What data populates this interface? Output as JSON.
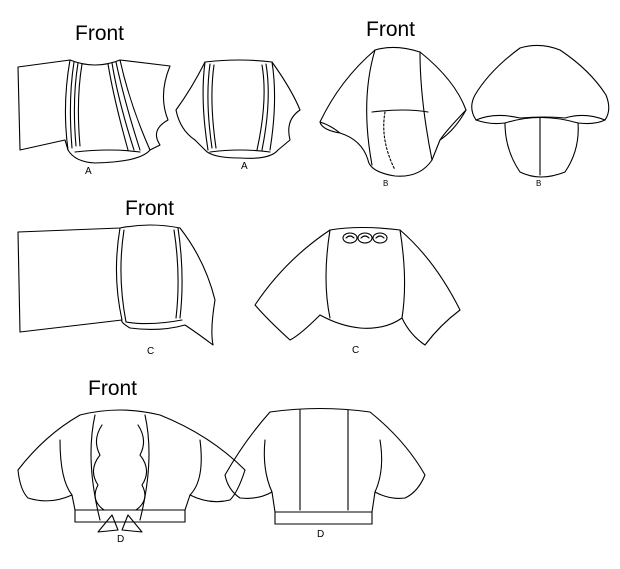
{
  "headings": [
    "Front",
    "Front",
    "Front",
    "Front"
  ],
  "views": {
    "a_front": "A",
    "a_back": "A",
    "b_front": "B",
    "b_back": "B",
    "c_front": "C",
    "c_back": "C",
    "d_front": "D",
    "d_back": "D"
  }
}
